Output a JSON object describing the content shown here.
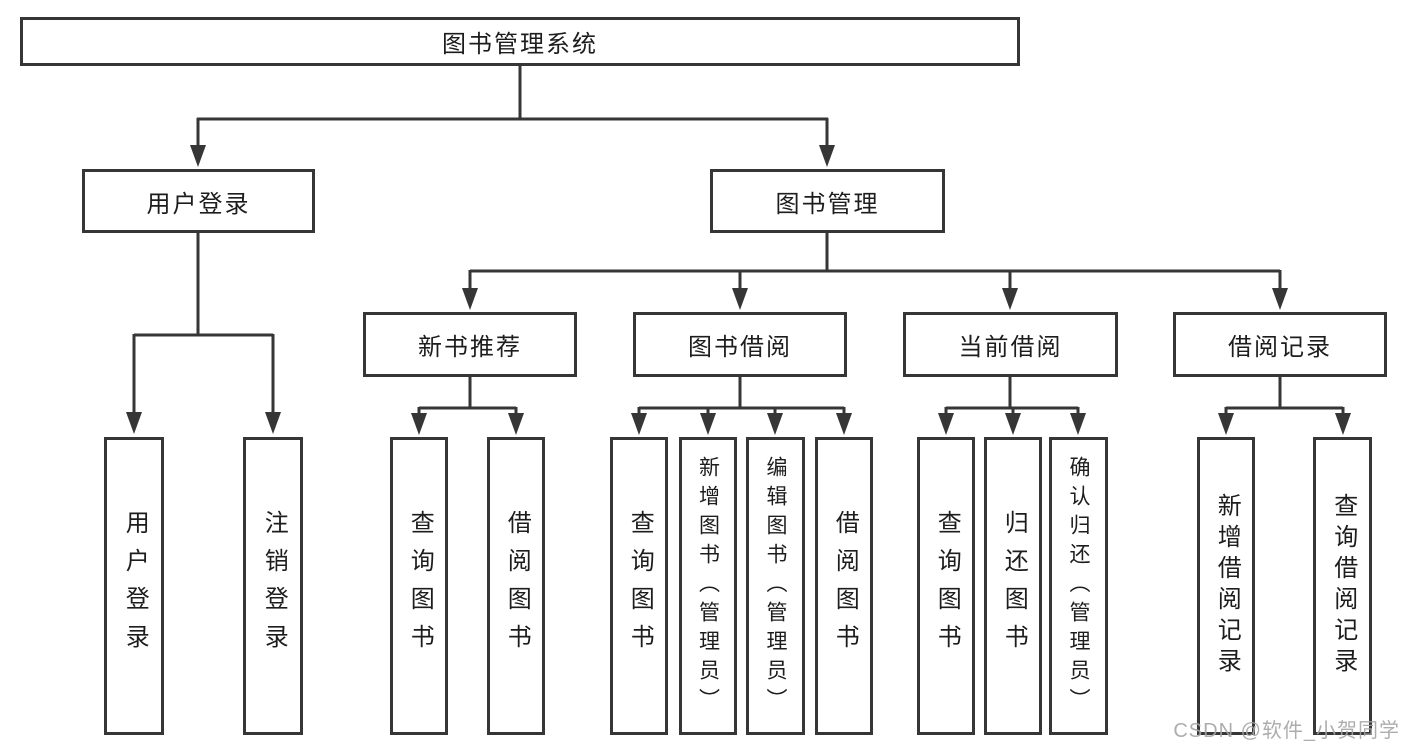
{
  "tree": {
    "root": {
      "label": "图书管理系统"
    },
    "branches": [
      {
        "label": "用户登录",
        "children": [
          {
            "label": "用户登录"
          },
          {
            "label": "注销登录"
          }
        ]
      },
      {
        "label": "图书管理",
        "children": [
          {
            "label": "新书推荐",
            "children": [
              {
                "label": "查询图书"
              },
              {
                "label": "借阅图书"
              }
            ]
          },
          {
            "label": "图书借阅",
            "children": [
              {
                "label": "查询图书"
              },
              {
                "label": "新增图书（管理员）"
              },
              {
                "label": "编辑图书（管理员）"
              },
              {
                "label": "借阅图书"
              }
            ]
          },
          {
            "label": "当前借阅",
            "children": [
              {
                "label": "查询图书"
              },
              {
                "label": "归还图书"
              },
              {
                "label": "确认归还（管理员）"
              }
            ]
          },
          {
            "label": "借阅记录",
            "children": [
              {
                "label": "新增借阅记录"
              },
              {
                "label": "查询借阅记录"
              }
            ]
          }
        ]
      }
    ]
  },
  "watermark": {
    "text": "CSDN @软件_小贺同学"
  },
  "colors": {
    "line": "#363636",
    "text": "#1d1d1d",
    "watermark": "#a5a5a5",
    "background": "#ffffff"
  }
}
